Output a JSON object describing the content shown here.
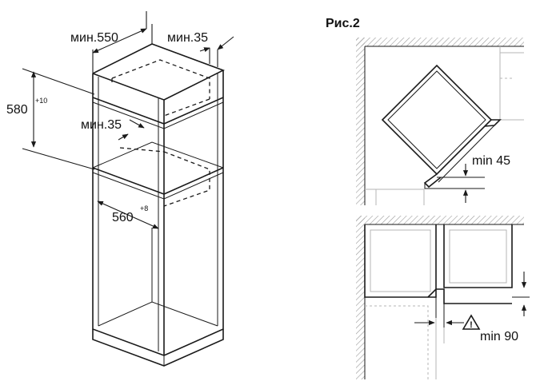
{
  "figure_title": "Рис.2",
  "left_diagram": {
    "width_label": "мин.550",
    "side_gap_label": "мин.35",
    "height_label": "580",
    "height_tolerance": "+10",
    "inner_gap_label": "мин.35",
    "inner_width_label": "560",
    "inner_width_tolerance": "+8"
  },
  "right_top": {
    "clearance_label": "min 45"
  },
  "right_bottom": {
    "clearance_label": "min 90",
    "warning_symbol": "!"
  },
  "colors": {
    "line": "#1a1a1a",
    "light_line": "#b5b5b5",
    "hatch": "#9a9a9a"
  }
}
